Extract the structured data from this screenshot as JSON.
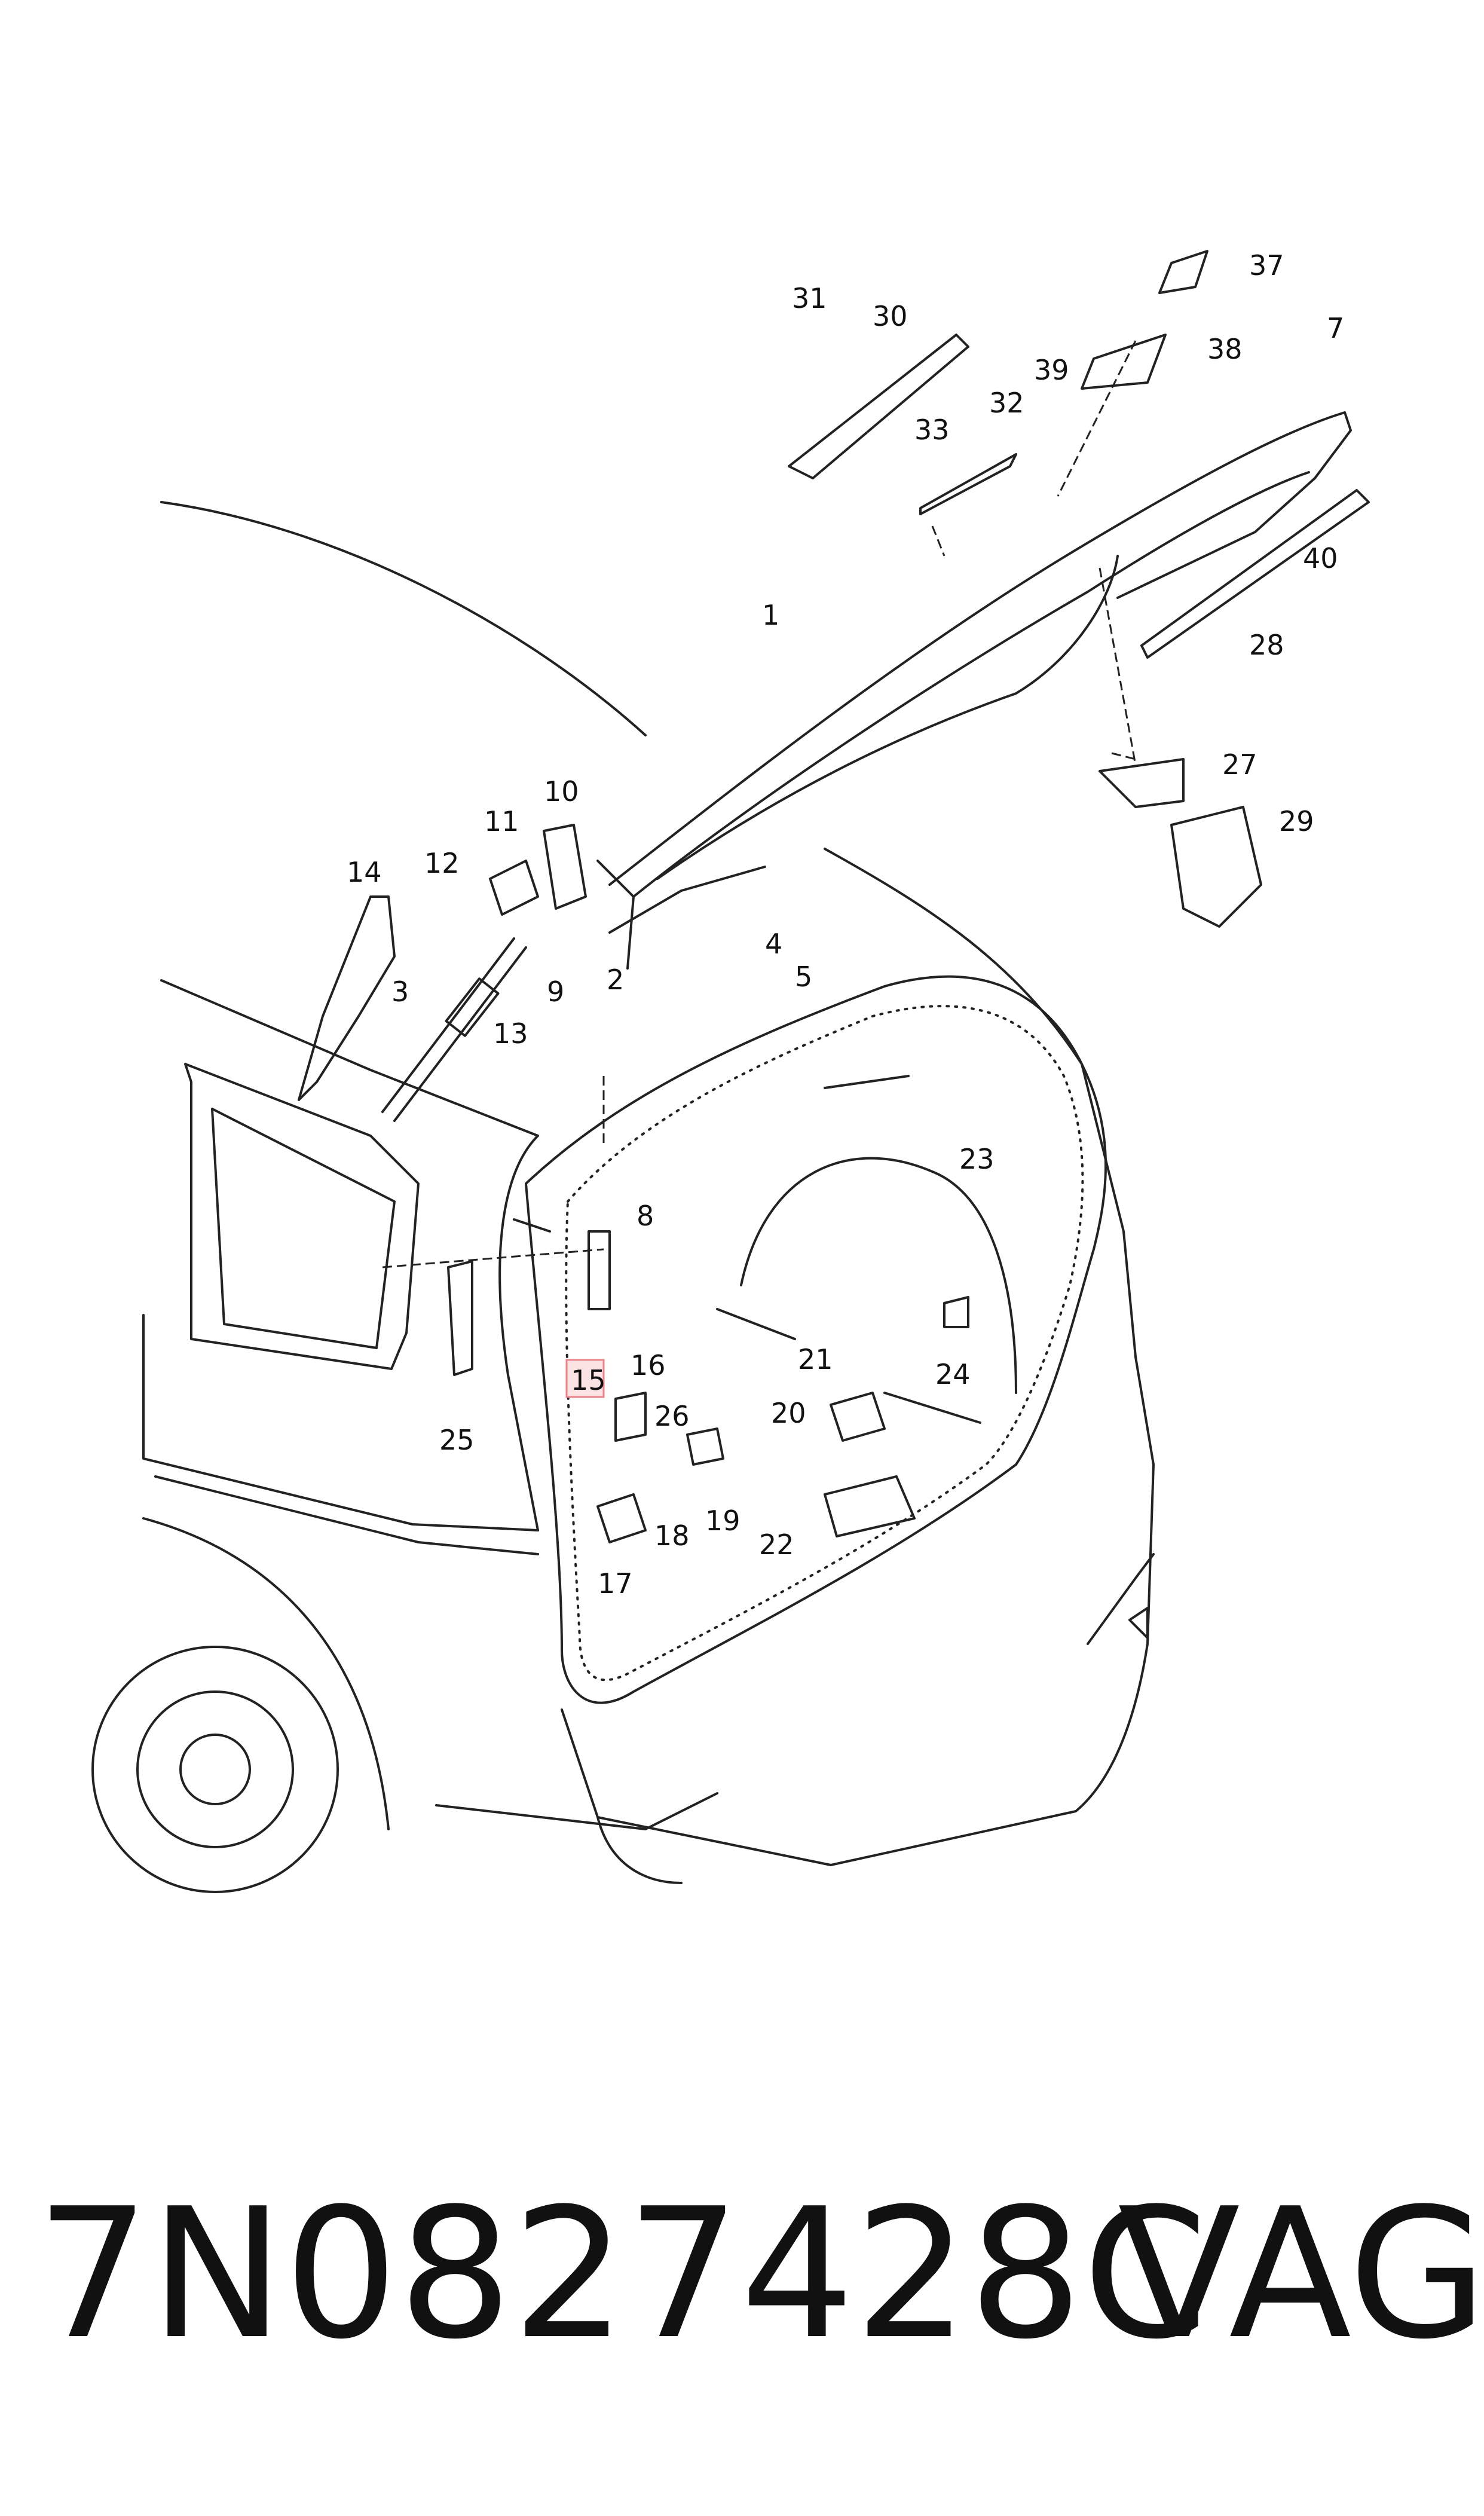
{
  "diagram": {
    "callouts": [
      "1",
      "2",
      "3",
      "4",
      "5",
      "7",
      "8",
      "9",
      "10",
      "11",
      "12",
      "13",
      "14",
      "15",
      "16",
      "17",
      "18",
      "19",
      "20",
      "21",
      "22",
      "23",
      "24",
      "25",
      "26",
      "27",
      "28",
      "29",
      "30",
      "31",
      "32",
      "33",
      "37",
      "38",
      "39",
      "40"
    ],
    "highlighted_callout": "15",
    "highlight_color": "#e8848a",
    "highlight_fill": "#fbe3e4",
    "line_color": "#222222"
  },
  "footer": {
    "part_number": "7N0827428C",
    "brand": "VAG"
  }
}
